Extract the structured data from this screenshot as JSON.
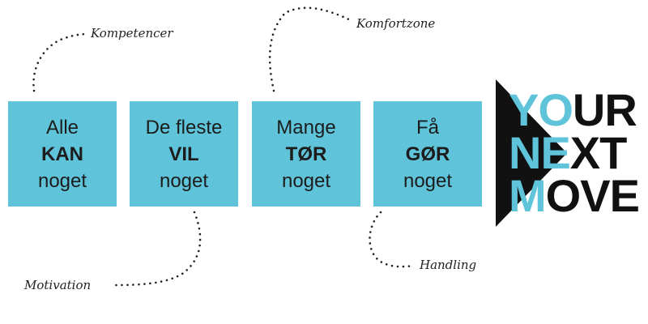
{
  "boxes": [
    {
      "line1": "Alle",
      "keyword": "KAN",
      "line3": "noget"
    },
    {
      "line1": "De fleste",
      "keyword": "VIL",
      "line3": "noget"
    },
    {
      "line1": "Mange",
      "keyword": "TØR",
      "line3": "noget"
    },
    {
      "line1": "Få",
      "keyword": "GØR",
      "line3": "noget"
    }
  ],
  "labels": {
    "kompetencer": "Kompetencer",
    "motivation": "Motivation",
    "komfortzone": "Komfortzone",
    "handling": "Handling"
  },
  "logo": {
    "line1_accent": "YO",
    "line1_rest": "UR",
    "line2_accent": "NE",
    "line2_rest": "XT",
    "line3_accent": "M",
    "line3_rest": "OVE"
  },
  "colors": {
    "box_fill": "#5fc4da",
    "logo_triangle": "#111111",
    "logo_accent": "#5fc4da",
    "text": "#1c1c1c"
  }
}
